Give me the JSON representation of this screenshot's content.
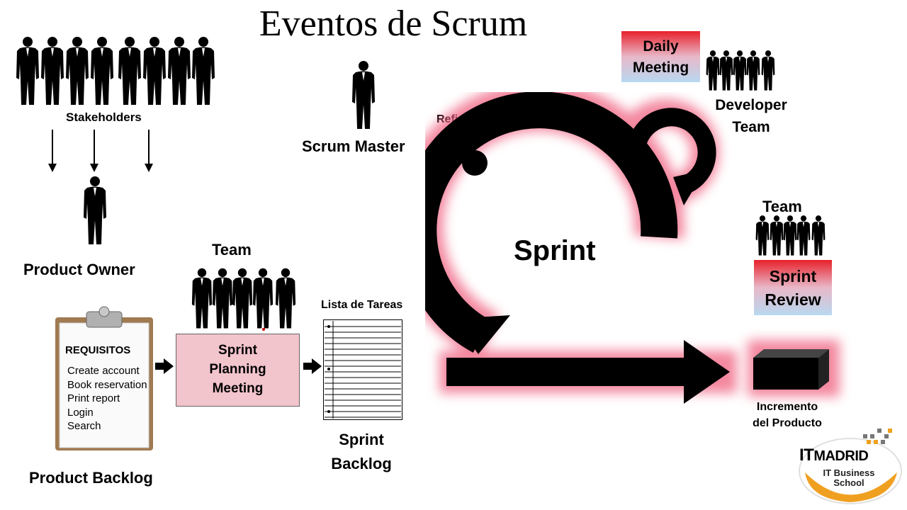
{
  "title": "Eventos de Scrum",
  "labels": {
    "stakeholders": "Stakeholders",
    "product_owner": "Product Owner",
    "scrum_master": "Scrum Master",
    "refinacion": "Refinación",
    "team_left": "Team",
    "sprint_planning_meeting": [
      "Sprint",
      "Planning",
      "Meeting"
    ],
    "lista_de_tareas": "Lista de Tareas",
    "sprint_backlog": [
      "Sprint",
      "Backlog"
    ],
    "product_backlog": "Product Backlog",
    "sprint": "Sprint",
    "daily_meeting": [
      "Daily",
      "Meeting"
    ],
    "developer_team": [
      "Developer",
      "Team"
    ],
    "team_right": "Team",
    "sprint_review": [
      "Sprint",
      "Review"
    ],
    "incremento": [
      "Incremento",
      "del Producto"
    ]
  },
  "requisitos": {
    "heading": "REQUISITOS",
    "items": [
      "Create account",
      "Book reservation",
      "Print report",
      "Login",
      "Search"
    ]
  },
  "logo": {
    "name_it": "IT",
    "name_madrid": "MADRID",
    "line1": "IT Business",
    "line2": "School"
  },
  "colors": {
    "daily_gradient_top": "#e8212b",
    "planning_box": "#f2c4cc",
    "sprint_glow": "#f06080",
    "logo_orange": "#f0a020"
  },
  "icons": [
    "person-icon",
    "down-arrow-icon",
    "right-arrow-icon",
    "clipboard-icon",
    "task-list-icon",
    "sprint-cycle-icon",
    "product-box-icon",
    "itmadrid-logo"
  ]
}
